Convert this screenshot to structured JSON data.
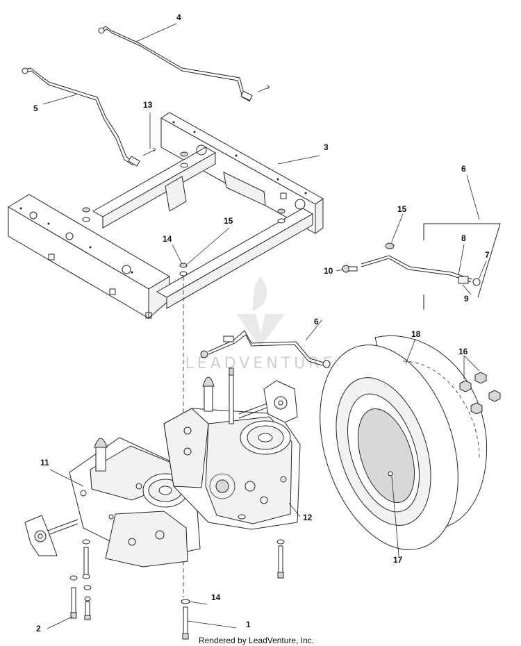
{
  "diagram": {
    "callouts": [
      "1",
      "2",
      "3",
      "4",
      "5",
      "6",
      "7",
      "8",
      "9",
      "10",
      "11",
      "12",
      "13",
      "14",
      "15",
      "16",
      "17",
      "18"
    ],
    "watermark": "LEADVENTURE",
    "watermark_icon": "flame-logo-icon",
    "credit": "Rendered by LeadVenture, Inc."
  }
}
